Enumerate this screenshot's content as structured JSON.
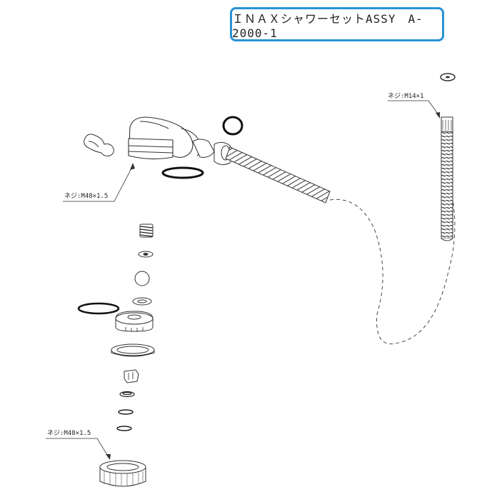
{
  "title": "ＩＮＡＸシャワーセットASSY　A-2000-1",
  "labels": {
    "thread_head": "ネジ:M48×1.5",
    "thread_hose": "ネジ:M14×1",
    "thread_cap": "ネジ:M48×1.5"
  },
  "colors": {
    "title_border": "#2a93d5",
    "line": "#333333"
  }
}
